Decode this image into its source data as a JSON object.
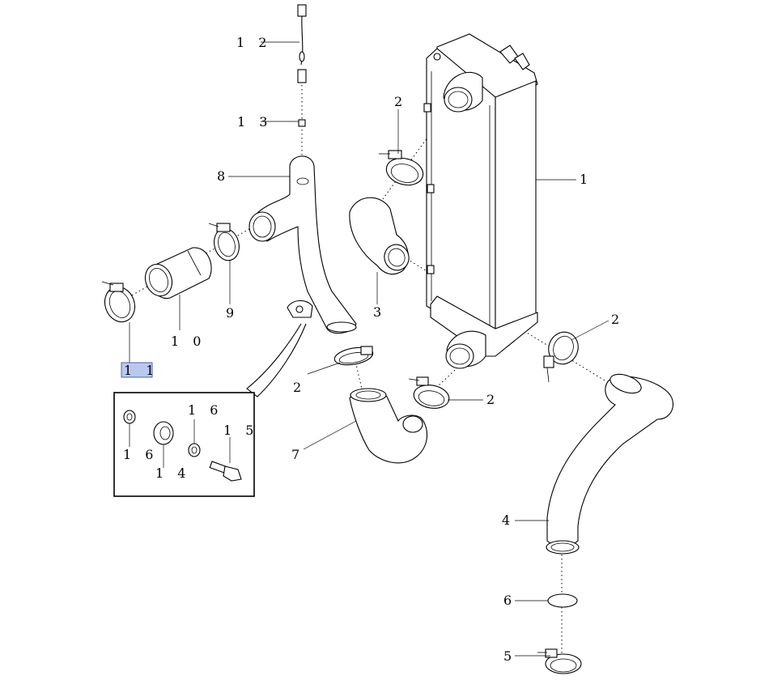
{
  "callouts": {
    "c1": "1",
    "c2a": "2",
    "c2b": "2",
    "c2c": "2",
    "c2d": "2",
    "c3": "3",
    "c4": "4",
    "c5": "5",
    "c6": "6",
    "c7": "7",
    "c8": "8",
    "c9": "9",
    "c10": "1 0",
    "c11": "1 1",
    "c12": "1 2",
    "c13": "1 3",
    "c14": "1 4",
    "c15": "1 5",
    "c16a": "1 6",
    "c16b": "1 6"
  },
  "colors": {
    "line": "#000000",
    "background": "#ffffff",
    "highlight_fill": "#b9c9ee",
    "highlight_stroke": "#4a62b8"
  }
}
